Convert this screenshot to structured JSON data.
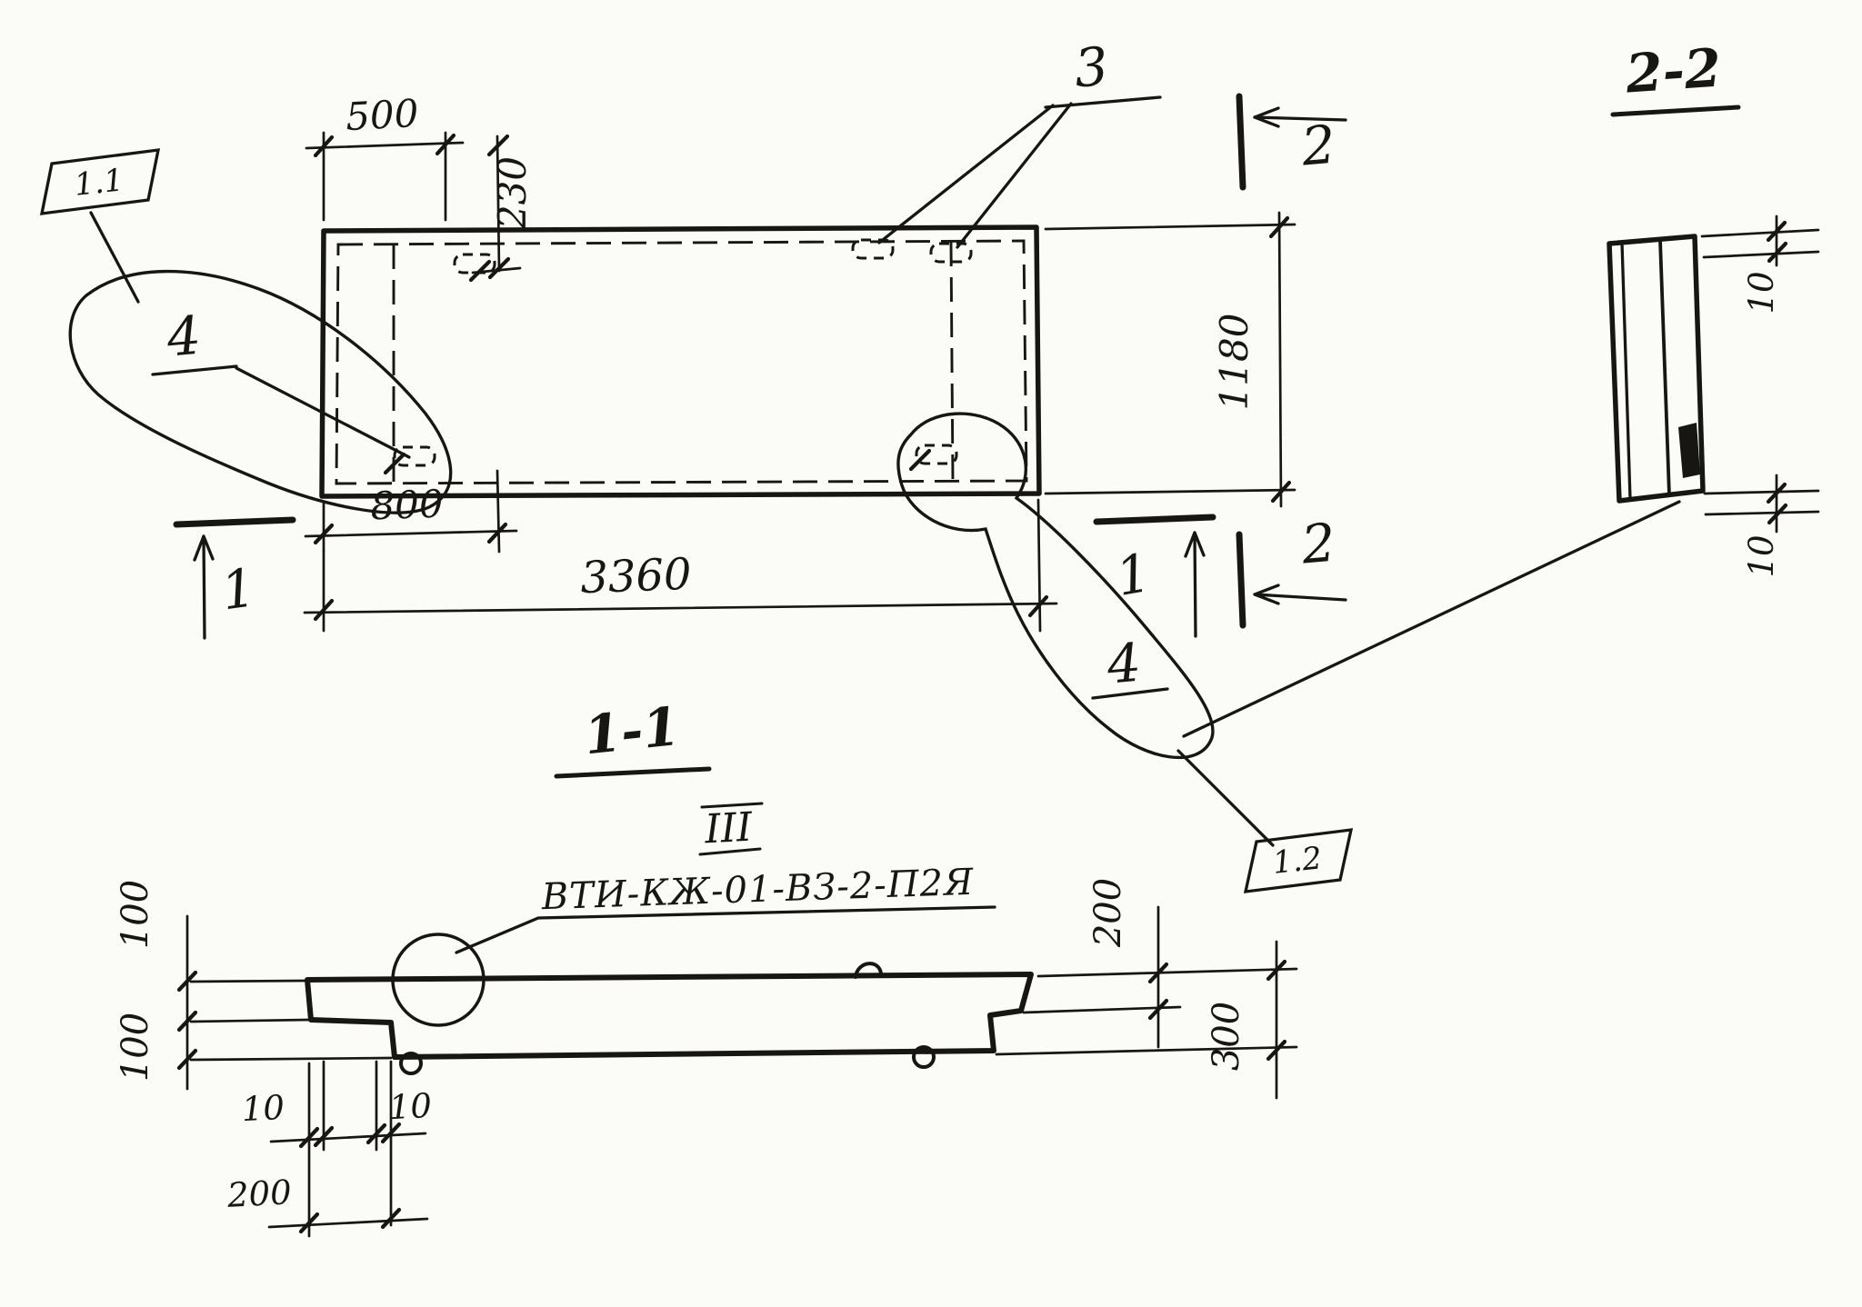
{
  "plan": {
    "dims": {
      "d500": "500",
      "d230": "230",
      "d1180": "1180",
      "d800": "800",
      "d3360": "3360"
    },
    "callouts": {
      "c3": "3",
      "c4_left": "4",
      "c4_right": "4"
    },
    "flags": {
      "f11": "1.1",
      "f12": "1.2"
    },
    "sections": {
      "s1_left": "1",
      "s1_right": "1",
      "s2_top": "2",
      "s2_bottom": "2"
    }
  },
  "sec22": {
    "title": "2-2",
    "d10_top": "10",
    "d10_bottom": "10"
  },
  "sec11": {
    "title": "1-1",
    "roman": "III",
    "marking": "ВТИ-КЖ-01-ВЗ-2-П2Я",
    "dims": {
      "d100_top": "100",
      "d100_bottom": "100",
      "d10_left": "10",
      "d10_right": "10",
      "d200_bottom": "200",
      "d200_right": "200",
      "d300": "300"
    }
  }
}
